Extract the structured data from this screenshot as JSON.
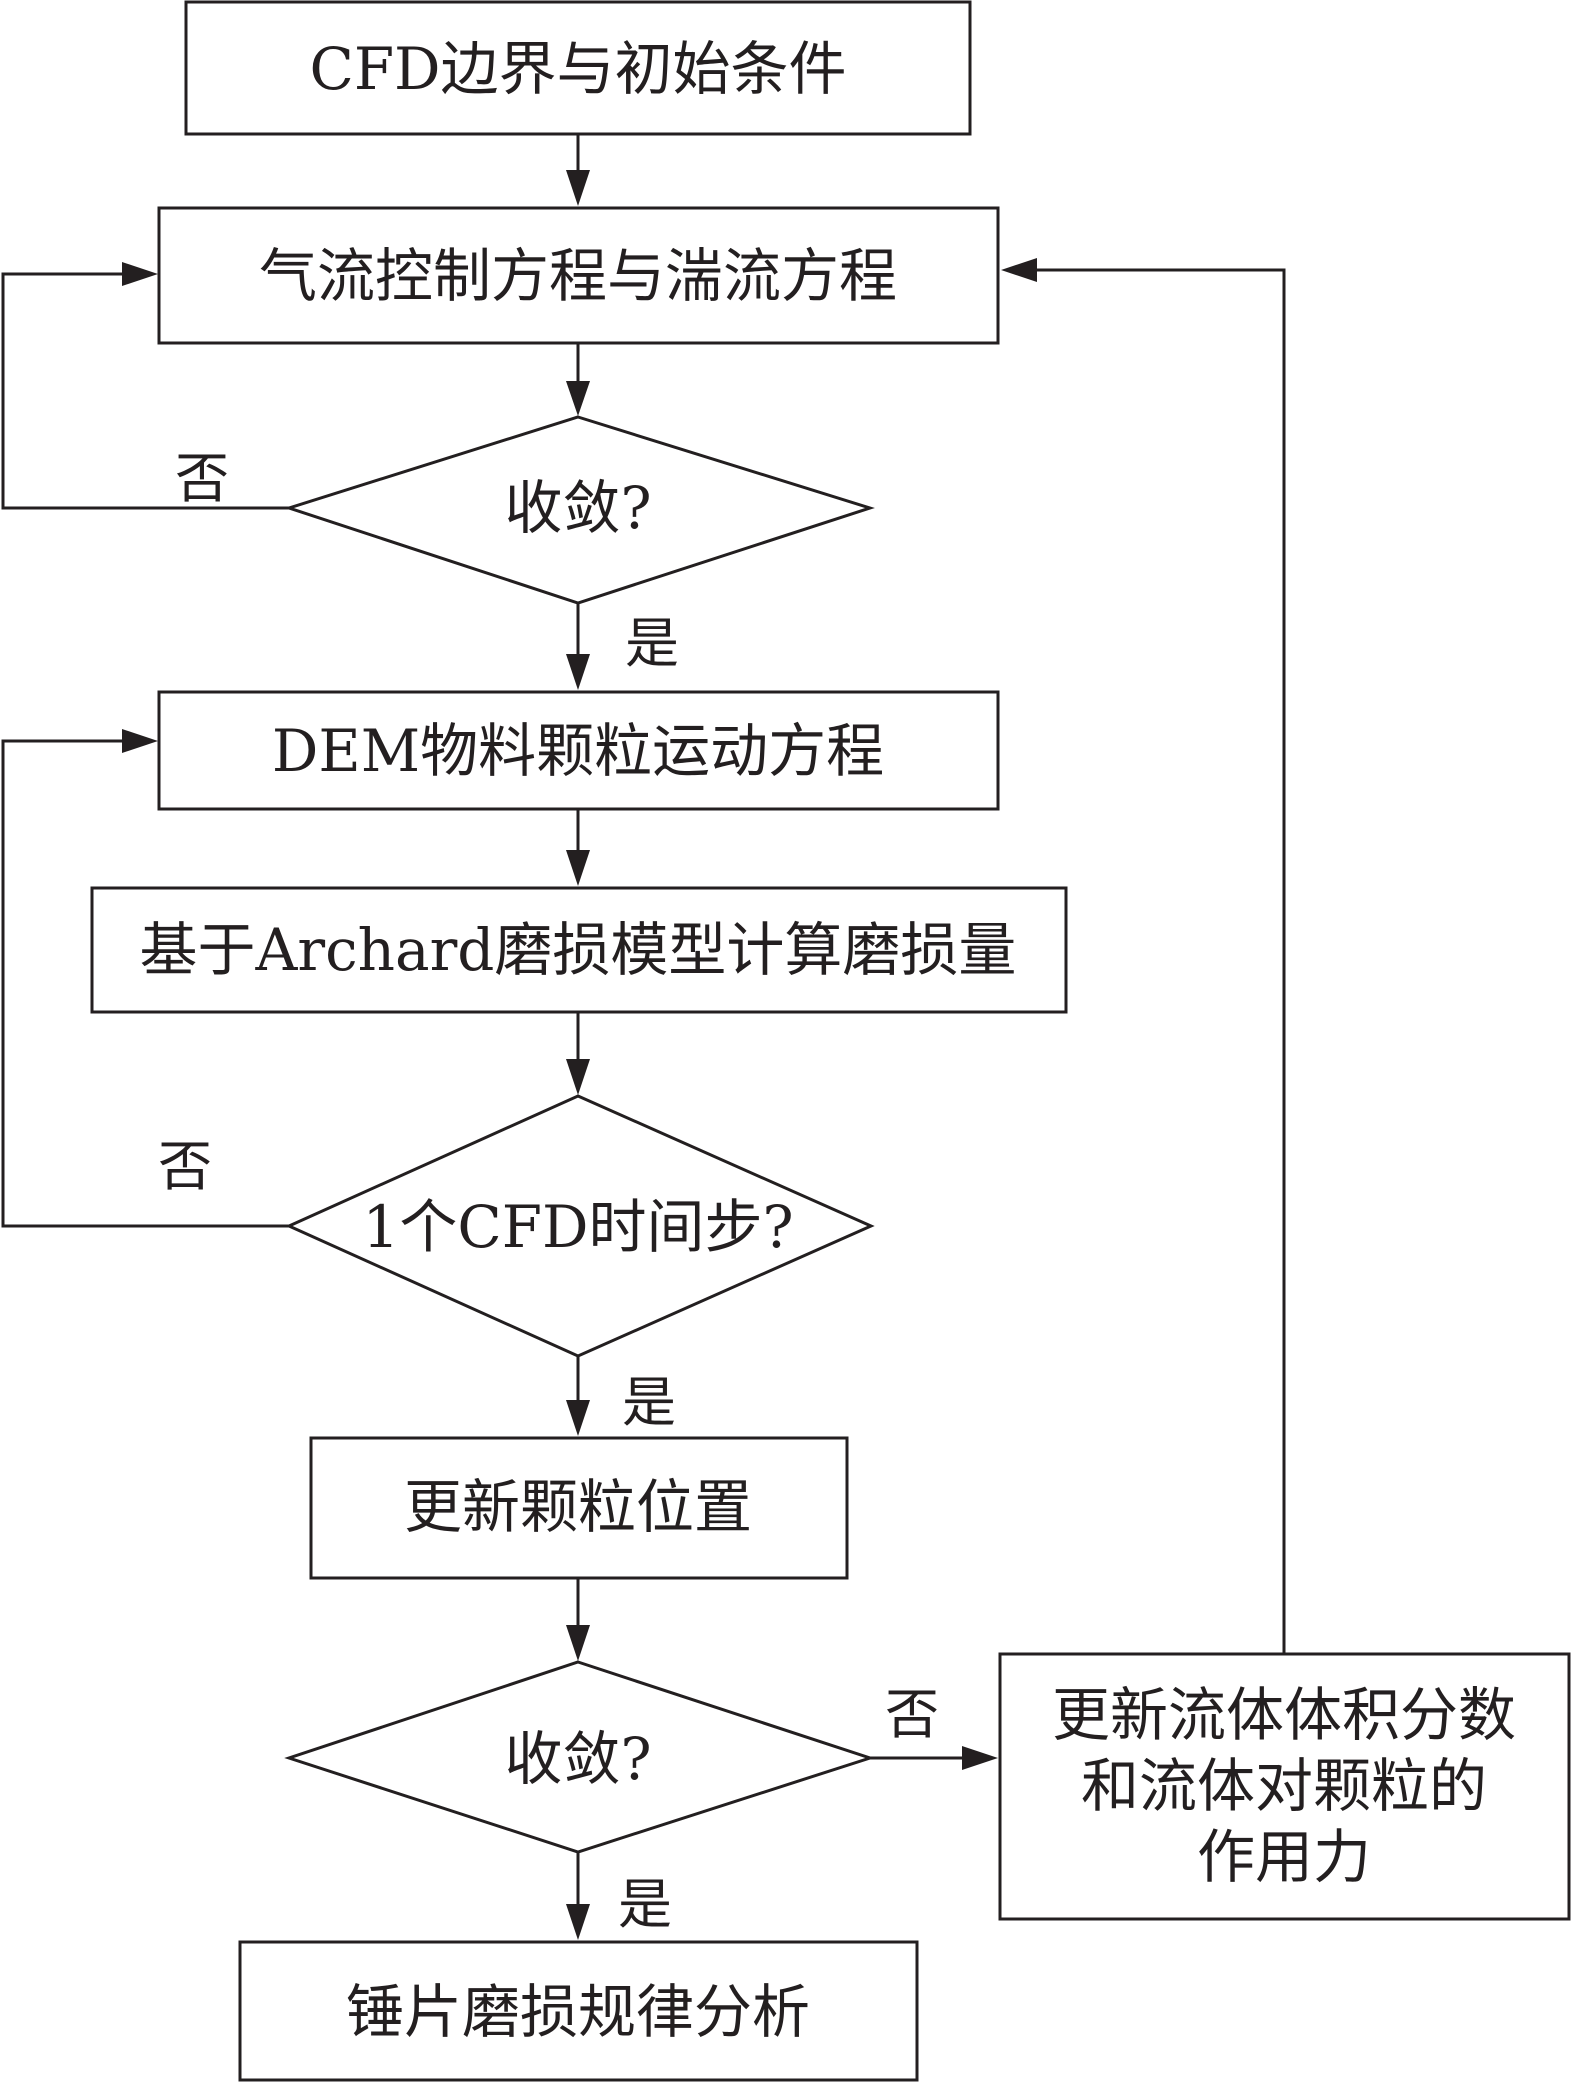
{
  "diagram": {
    "nodes": {
      "cfd_init": "CFD边界与初始条件",
      "gas_eq": "气流控制方程与湍流方程",
      "conv1": "收敛?",
      "dem_eq": "DEM物料颗粒运动方程",
      "archard": "基于Archard磨损模型计算磨损量",
      "cfd_step": "1个CFD时间步?",
      "update_pos": "更新颗粒位置",
      "conv2": "收敛?",
      "update_fluid": [
        "更新流体体积分数",
        "和流体对颗粒的",
        "作用力"
      ],
      "analysis": "锤片磨损规律分析"
    },
    "edge_labels": {
      "no": "否",
      "yes": "是"
    }
  }
}
